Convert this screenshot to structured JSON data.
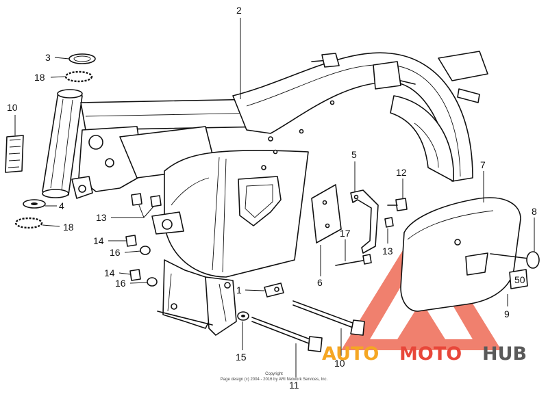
{
  "callouts": [
    "1",
    "2",
    "3",
    "4",
    "5",
    "6",
    "7",
    "8",
    "9",
    "10",
    "11",
    "12",
    "13",
    "14",
    "15",
    "16",
    "17",
    "18"
  ],
  "copyright": {
    "line1": "Copyright",
    "line2": "Page design (c) 2004 - 2016 by ARI Network Services, Inc."
  },
  "watermark": {
    "part1": "AUTO",
    "part2": "MOTO",
    "part3": "HUB",
    "colors": {
      "orange": "#f5a623",
      "red": "#e8473a",
      "gray": "#5a5a5a",
      "triangle": "#ee6b55"
    }
  },
  "emblem_text": "50"
}
